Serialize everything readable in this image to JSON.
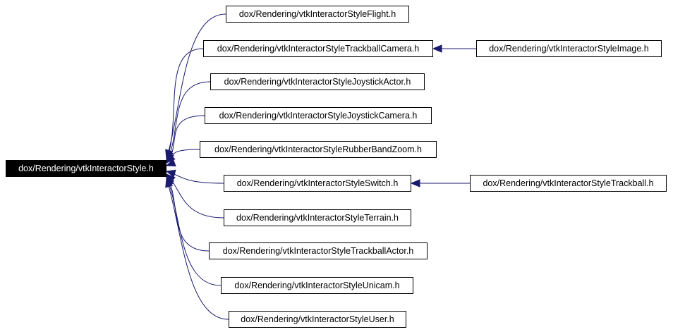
{
  "root": {
    "label": "dox/Rendering/vtkInteractorStyle.h"
  },
  "children": [
    {
      "label": "dox/Rendering/vtkInteractorStyleFlight.h"
    },
    {
      "label": "dox/Rendering/vtkInteractorStyleTrackballCamera.h"
    },
    {
      "label": "dox/Rendering/vtkInteractorStyleJoystickActor.h"
    },
    {
      "label": "dox/Rendering/vtkInteractorStyleJoystickCamera.h"
    },
    {
      "label": "dox/Rendering/vtkInteractorStyleRubberBandZoom.h"
    },
    {
      "label": "dox/Rendering/vtkInteractorStyleSwitch.h"
    },
    {
      "label": "dox/Rendering/vtkInteractorStyleTerrain.h"
    },
    {
      "label": "dox/Rendering/vtkInteractorStyleTrackballActor.h"
    },
    {
      "label": "dox/Rendering/vtkInteractorStyleUnicam.h"
    },
    {
      "label": "dox/Rendering/vtkInteractorStyleUser.h"
    }
  ],
  "grandchildren": [
    {
      "label": "dox/Rendering/vtkInteractorStyleImage.h"
    },
    {
      "label": "dox/Rendering/vtkInteractorStyleTrackball.h"
    }
  ],
  "colors": {
    "edge": "#1a1a6e",
    "root_fill": "#000000",
    "root_text": "#ffffff",
    "node_border": "#000000"
  }
}
